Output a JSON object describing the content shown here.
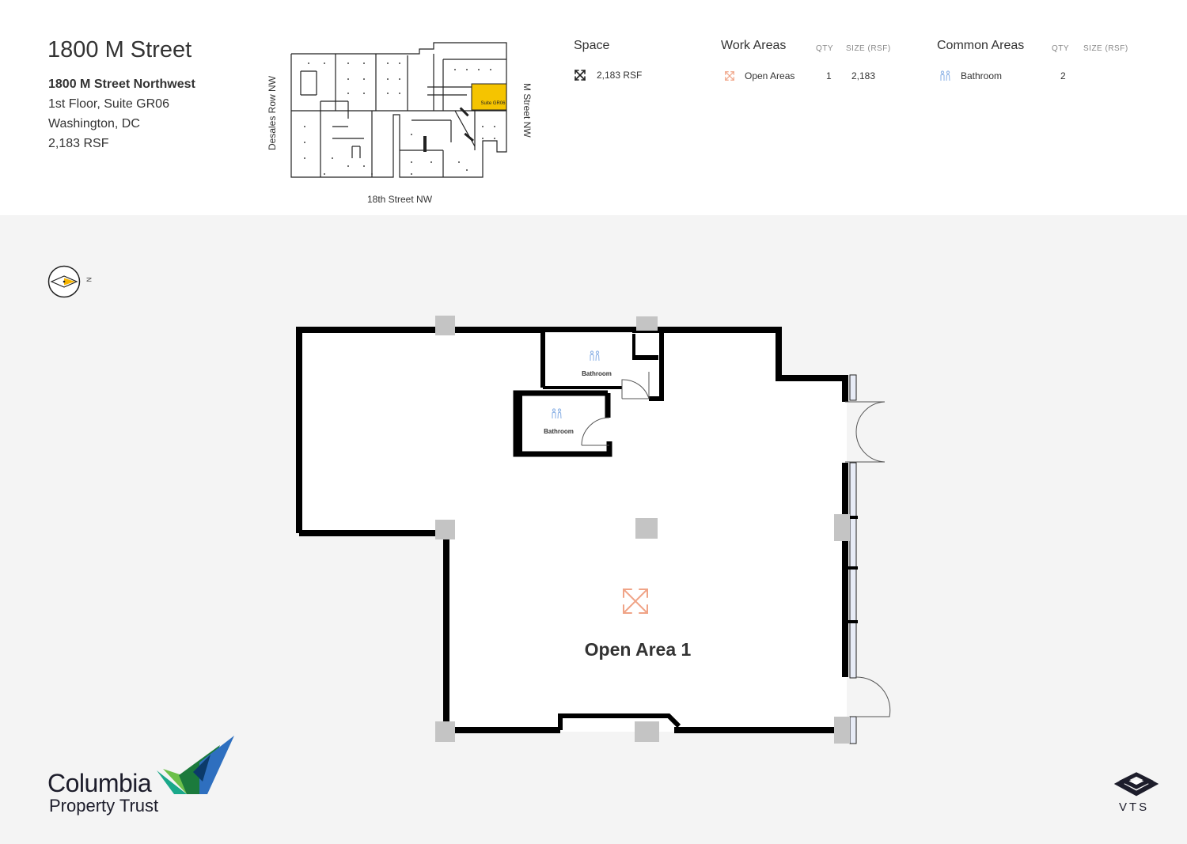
{
  "header": {
    "title": "1800 M Street",
    "address_line": "1800 M Street Northwest",
    "floor_suite": "1st Floor, Suite GR06",
    "city": "Washington, DC",
    "area": "2,183 RSF"
  },
  "keymap": {
    "street_left": "Desales Row NW",
    "street_right": "M Street NW",
    "street_bottom": "18th Street NW",
    "suite_label": "Suite GR06",
    "highlight_color": "#f5c400"
  },
  "space": {
    "heading": "Space",
    "icon": "expand-arrows-icon",
    "value": "2,183 RSF"
  },
  "work_areas": {
    "heading": "Work Areas",
    "qty_header": "QTY",
    "size_header": "SIZE (RSF)",
    "rows": [
      {
        "icon": "open-area-icon",
        "label": "Open Areas",
        "qty": "1",
        "size": "2,183"
      }
    ]
  },
  "common_areas": {
    "heading": "Common Areas",
    "qty_header": "QTY",
    "size_header": "SIZE (RSF)",
    "rows": [
      {
        "icon": "restroom-icon",
        "label": "Bathroom",
        "qty": "2",
        "size": ""
      }
    ]
  },
  "floorplan": {
    "compass_label": "N",
    "rooms": [
      {
        "label": "Bathroom",
        "icon": "restroom-icon"
      },
      {
        "label": "Bathroom",
        "icon": "restroom-icon"
      }
    ],
    "open_area_label": "Open Area 1",
    "open_area_icon": "open-area-icon",
    "open_area_color": "#f0a487",
    "common_icon_color": "#8fb4e6"
  },
  "branding": {
    "owner_line1": "Columbia",
    "owner_line2": "Property Trust",
    "platform": "VTS"
  }
}
